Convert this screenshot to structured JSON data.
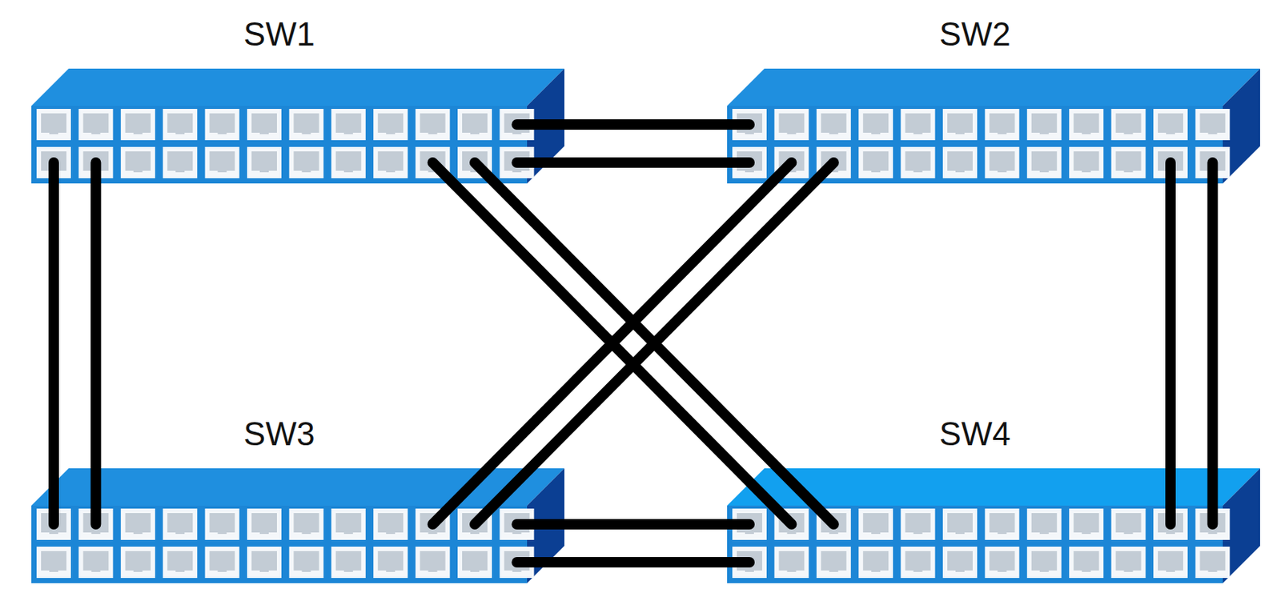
{
  "diagram": {
    "nodes": [
      {
        "text": [
          "SW1"
        ]
      },
      {
        "text": [
          "SW2"
        ]
      },
      {
        "text": [
          "SW3"
        ]
      },
      {
        "text": [
          "SW4"
        ]
      }
    ],
    "edges": [
      {
        "from": 0,
        "to": 1,
        "arrow": "none"
      },
      {
        "from": 0,
        "to": 1,
        "arrow": "none"
      },
      {
        "from": 0,
        "to": 2,
        "arrow": "none"
      },
      {
        "from": 0,
        "to": 2,
        "arrow": "none"
      },
      {
        "from": 0,
        "to": 3,
        "arrow": "none"
      },
      {
        "from": 0,
        "to": 3,
        "arrow": "none"
      },
      {
        "from": 1,
        "to": 2,
        "arrow": "none"
      },
      {
        "from": 1,
        "to": 2,
        "arrow": "none"
      },
      {
        "from": 1,
        "to": 3,
        "arrow": "none"
      },
      {
        "from": 1,
        "to": 3,
        "arrow": "none"
      },
      {
        "from": 2,
        "to": 3,
        "arrow": "none"
      },
      {
        "from": 2,
        "to": 3,
        "arrow": "none"
      }
    ]
  }
}
